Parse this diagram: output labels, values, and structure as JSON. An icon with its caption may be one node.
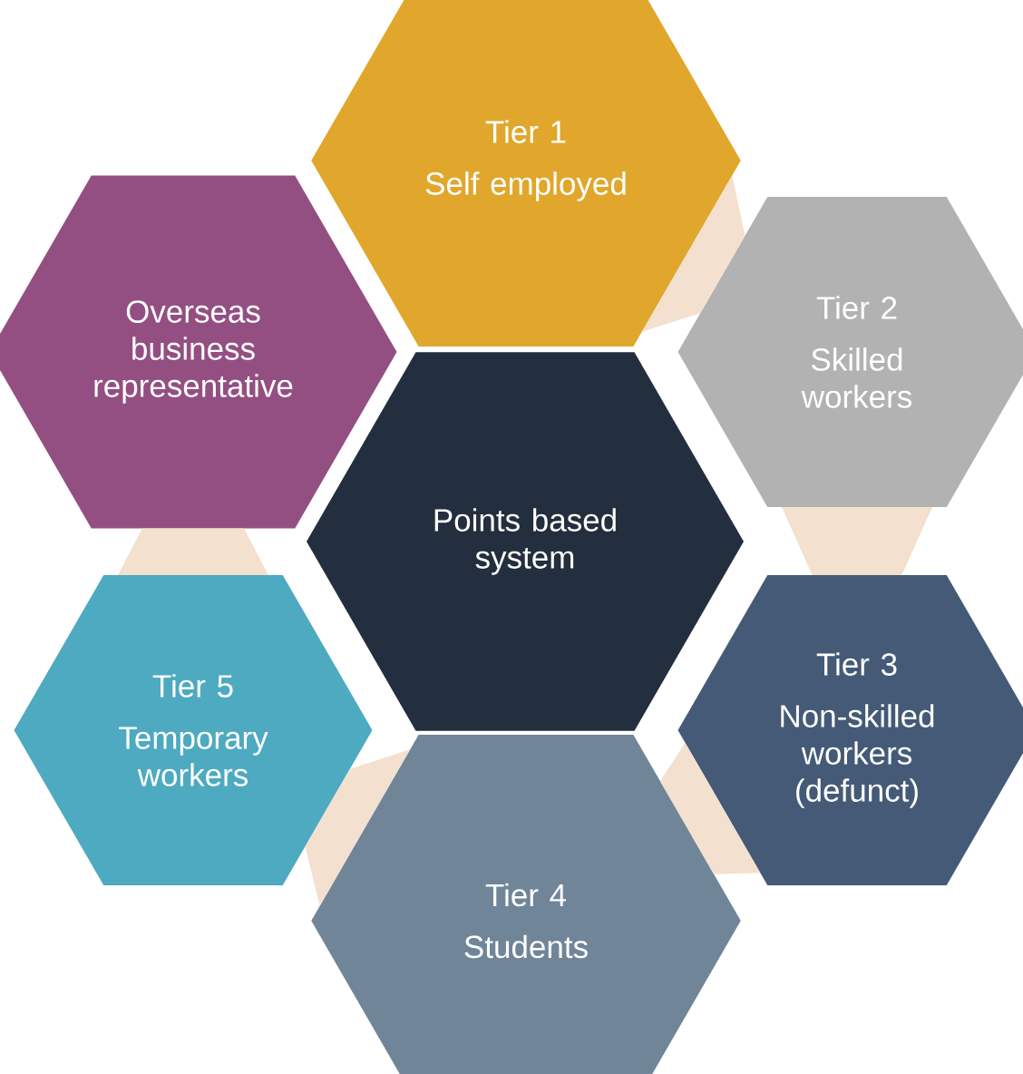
{
  "diagram": {
    "nodes": [
      {
        "text": [
          "Points based system"
        ]
      },
      {
        "text": [
          "Tier 1",
          "Self employed"
        ]
      },
      {
        "text": [
          "Tier 2",
          "Skilled workers"
        ]
      },
      {
        "text": [
          "Tier 3",
          "Non-skilled workers (defunct)"
        ]
      },
      {
        "text": [
          "Tier 4",
          "Students"
        ]
      },
      {
        "text": [
          "Tier 5",
          "Temporary workers"
        ]
      },
      {
        "text": [
          "Overseas business representative"
        ]
      }
    ],
    "edges": [
      {
        "from": 1,
        "to": 2,
        "arrow": "none",
        "color": "#f3e0ce"
      },
      {
        "from": 2,
        "to": 3,
        "arrow": "none",
        "color": "#f3e0ce"
      },
      {
        "from": 3,
        "to": 4,
        "arrow": "none",
        "color": "#f3e0ce"
      },
      {
        "from": 4,
        "to": 5,
        "arrow": "none",
        "color": "#f3e0ce"
      },
      {
        "from": 5,
        "to": 6,
        "arrow": "none",
        "color": "#f3e0ce"
      }
    ]
  }
}
